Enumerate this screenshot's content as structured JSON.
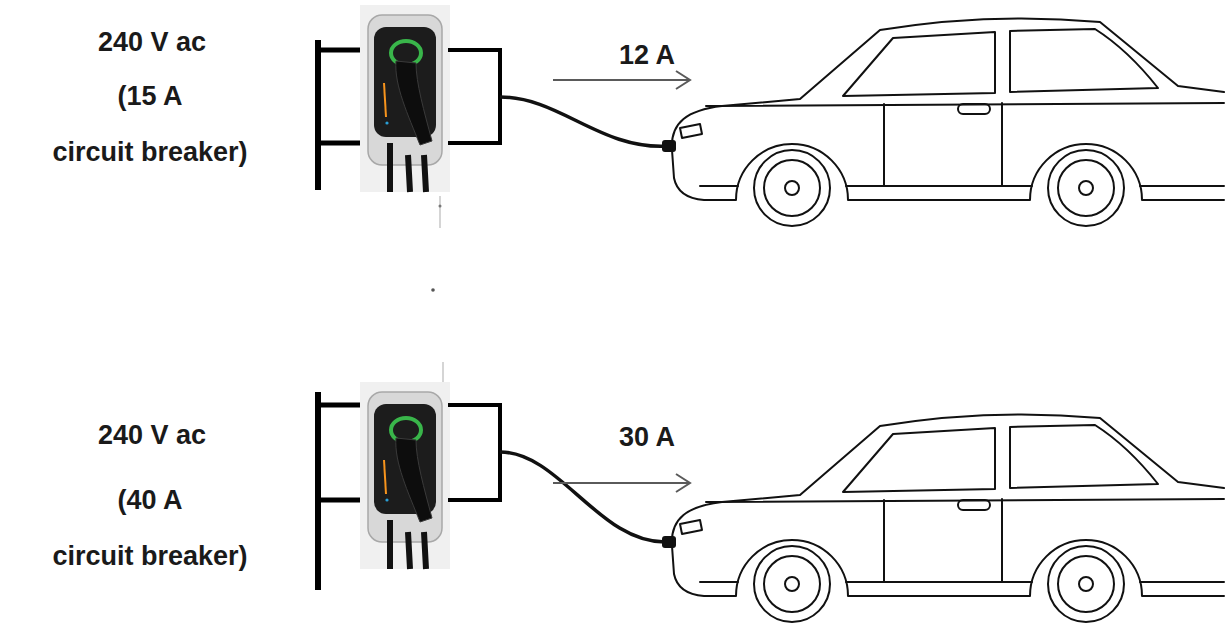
{
  "diagram": {
    "labels": [
      "240 V ac",
      "(15 A circuit breaker)",
      "12 A",
      "240 V ac",
      "(40 A circuit breaker)",
      "30 A"
    ]
  }
}
